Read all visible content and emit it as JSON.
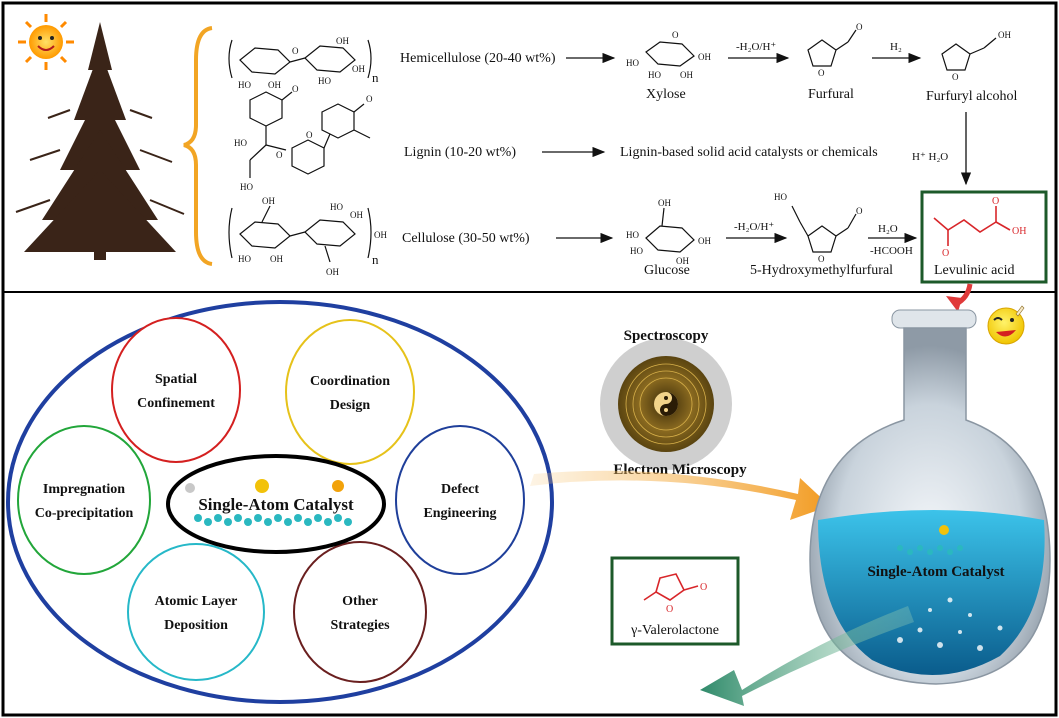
{
  "reactions": {
    "hemicellulose": "Hemicellulose (20-40 wt%)",
    "lignin": "Lignin (10-20 wt%)",
    "lignin_product": "Lignin-based solid acid catalysts or chemicals",
    "cellulose": "Cellulose (30-50 wt%)"
  },
  "products": {
    "xylose": "Xylose",
    "furfural": "Furfural",
    "furfuryl_alcohol": "Furfuryl alcohol",
    "glucose": "Glucose",
    "hmf": "5-Hydroxymethylfurfural",
    "levulinic_acid": "Levulinic acid",
    "gvl": "γ-Valerolactone"
  },
  "conditions": {
    "dehydration_top": "-H₂O/H⁺",
    "h2": "H₂",
    "h_plus_h2o": "H⁺ H₂O",
    "dehydration_bottom": "-H₂O/H⁺",
    "h2o": "H₂O",
    "hcooh": "-HCOOH"
  },
  "strategies": [
    {
      "label_lines": [
        "Spatial",
        "Confinement"
      ],
      "color": "#d42020"
    },
    {
      "label_lines": [
        "Coordination",
        "Design"
      ],
      "color": "#e6c21a"
    },
    {
      "label_lines": [
        "Impregnation",
        "Co-precipitation"
      ],
      "color": "#22a63a"
    },
    {
      "label_lines": [
        "Defect",
        "Engineering"
      ],
      "color": "#1f3f9a"
    },
    {
      "label_lines": [
        "Atomic Layer",
        "Deposition"
      ],
      "color": "#26b8c8"
    },
    {
      "label_lines": [
        "Other",
        "Strategies"
      ],
      "color": "#6a1f1f"
    }
  ],
  "center_label": "Single-Atom Catalyst",
  "characterization": {
    "top": "Spectroscopy",
    "bottom": "Electron Microscopy"
  },
  "flask_label": "Single-Atom Catalyst",
  "colors": {
    "frame": "#000000",
    "big_ellipse": "#1f3fa0",
    "levulinic_box": "#1d5a2a",
    "red_structure": "#d8262a",
    "brace": "#f2a524"
  }
}
